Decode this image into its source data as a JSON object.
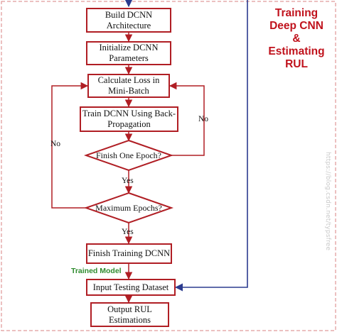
{
  "title": "Training\nDeep CNN\n&\nEstimating\nRUL",
  "steps": {
    "build": "Build DCNN\nArchitecture",
    "init": "Initialize DCNN\nParameters",
    "loss": "Calculate Loss in\nMini-Batch",
    "train": "Train DCNN Using Back-\nPropagation",
    "finish_training": "Finish Training DCNN",
    "input_testing": "Input Testing Dataset",
    "output": "Output RUL\nEstimations"
  },
  "decisions": {
    "epoch": "Finish One Epoch?",
    "max_epochs": "Maximum Epochs?"
  },
  "labels": {
    "no_inner": "No",
    "no_outer": "No",
    "yes_epoch": "Yes",
    "yes_max": "Yes",
    "trained_model": "Trained Model"
  },
  "watermark": "https://blog.csdn.net/typsfree",
  "colors": {
    "box_border": "#b01e24",
    "arrow": "#b01e24",
    "side_line": "#2b3b8f",
    "title": "#c0121c",
    "trained_model": "#2e8b2e",
    "dashed_border": "#d88080"
  }
}
